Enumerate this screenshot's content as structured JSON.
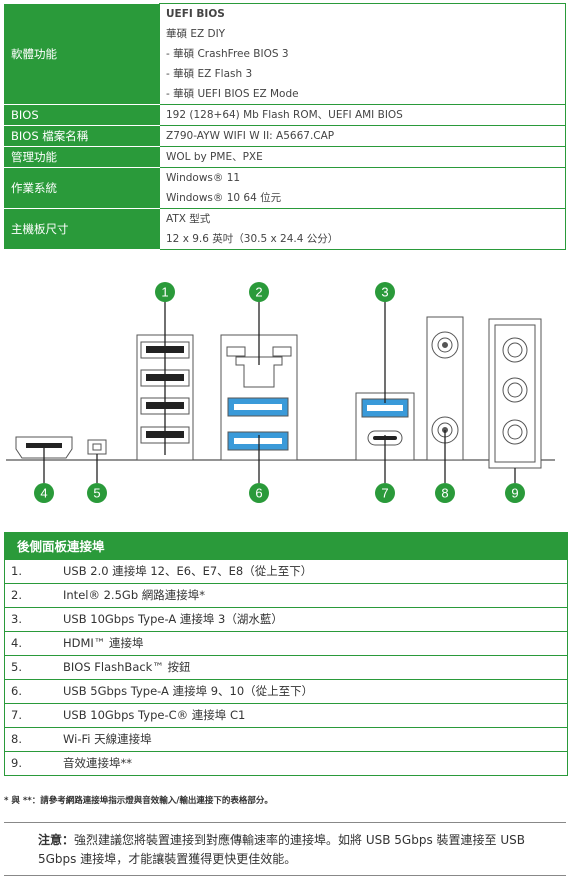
{
  "spec_table": {
    "rows": [
      {
        "label": "軟體功能",
        "values": [
          "UEFI BIOS",
          "華碩 EZ DIY",
          "- 華碩 CrashFree BIOS 3",
          "- 華碩 EZ Flash 3",
          "- 華碩 UEFI BIOS EZ Mode"
        ]
      },
      {
        "label": "BIOS",
        "values": [
          "192 (128+64) Mb Flash ROM、UEFI AMI BIOS"
        ]
      },
      {
        "label": "BIOS 檔案名稱",
        "values": [
          "Z790-AYW WIFI W II: A5667.CAP"
        ]
      },
      {
        "label": "管理功能",
        "values": [
          "WOL by PME、PXE"
        ]
      },
      {
        "label": "作業系統",
        "values": [
          "Windows® 11",
          "Windows® 10 64 位元"
        ]
      },
      {
        "label": "主機板尺寸",
        "values": [
          "ATX 型式",
          "12 x 9.6 英吋（30.5 x 24.4 公分）"
        ]
      }
    ]
  },
  "diagram": {
    "callouts": [
      "1",
      "2",
      "3",
      "4",
      "5",
      "6",
      "7",
      "8",
      "9"
    ],
    "colors": {
      "accent": "#2a9a3a",
      "usb_blue": "#3a9ad9",
      "outline": "#555555"
    }
  },
  "ports_table": {
    "title": "後側面板連接埠",
    "items": [
      {
        "num": "1.",
        "text": "USB 2.0 連接埠 12、E6、E7、E8（從上至下）"
      },
      {
        "num": "2.",
        "text": "Intel® 2.5Gb 網路連接埠*"
      },
      {
        "num": "3.",
        "text": "USB 10Gbps Type-A 連接埠 3（湖水藍）"
      },
      {
        "num": "4.",
        "text": "HDMI™ 連接埠"
      },
      {
        "num": "5.",
        "text": "BIOS FlashBack™ 按鈕"
      },
      {
        "num": "6.",
        "text": "USB 5Gbps Type-A 連接埠 9、10（從上至下）"
      },
      {
        "num": "7.",
        "text": "USB 10Gbps Type-C® 連接埠 C1"
      },
      {
        "num": "8.",
        "text": "Wi-Fi 天線連接埠"
      },
      {
        "num": "9.",
        "text": "音效連接埠**"
      }
    ]
  },
  "footnote": "* 與 **：請參考網路連接埠指示燈與音效輸入/輸出連接下的表格部分。",
  "note": {
    "label": "注意：",
    "text": "強烈建議您將裝置連接到對應傳輸速率的連接埠。如將 USB 5Gbps 裝置連接至 USB 5Gbps 連接埠，才能讓裝置獲得更快更佳效能。"
  }
}
